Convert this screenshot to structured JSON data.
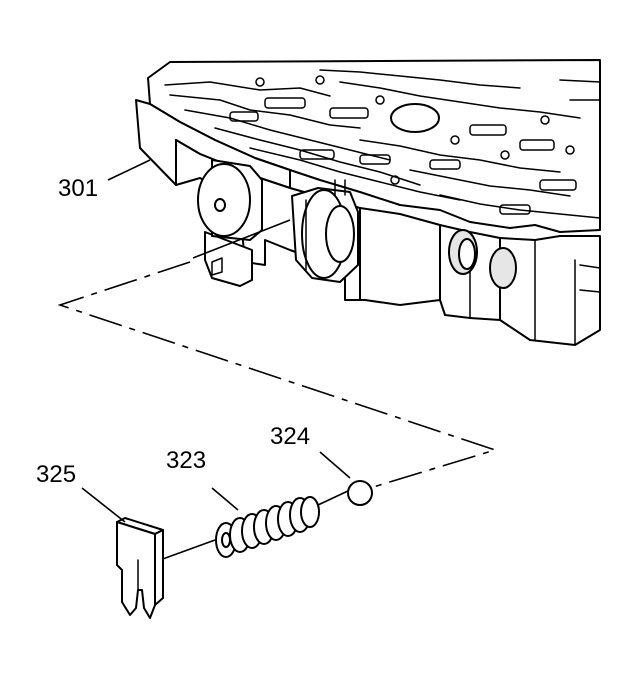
{
  "callouts": {
    "c301": "301",
    "c323": "323",
    "c324": "324",
    "c325": "325"
  },
  "parts": {
    "valve_body": "valve-body",
    "spring": "valve-spring",
    "ball": "check-ball",
    "retainer": "retainer-clip"
  },
  "colors": {
    "ink": "#000000",
    "background": "#ffffff"
  }
}
